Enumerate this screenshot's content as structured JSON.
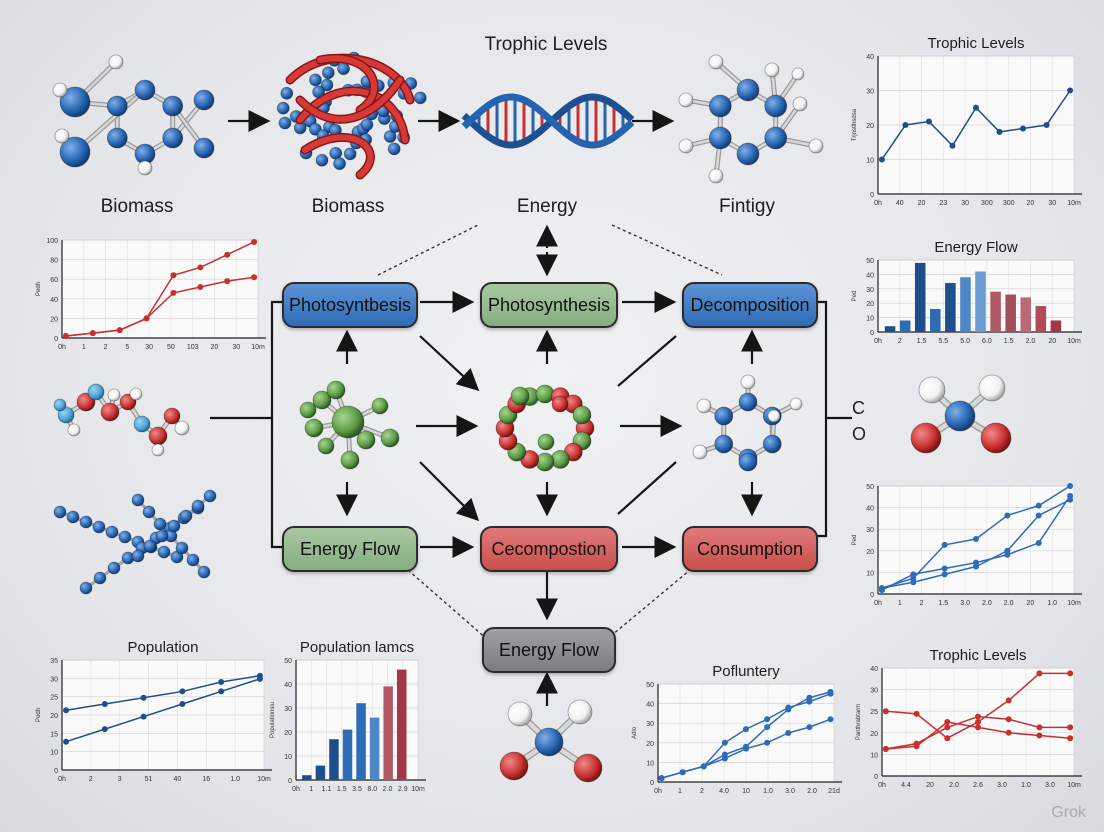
{
  "top_labels": {
    "title": "Trophic Levels",
    "m1": "Biomass",
    "m2": "Biomass",
    "m3": "Energy",
    "m4": "Fintigy"
  },
  "nodes": {
    "photosynthesis_blue": "Photosyntbesis",
    "photosynthesis_green": "Photosynthesis",
    "decomposition": "Decomposition",
    "energy_flow_green": "Energy Flow",
    "cecompostion": "Cecompostion",
    "consumption": "Consumption",
    "energy_flow_gray": "Energy Flow"
  },
  "side_text": {
    "c": "C",
    "o": "O"
  },
  "watermark": "Grok",
  "colors": {
    "blue": "#2f6cb8",
    "red": "#c8302f",
    "green": "#5b9a45",
    "dark_blue": "#1f4e8c"
  },
  "chart_data": [
    {
      "id": "c1",
      "type": "line",
      "title": "Trophic Levels",
      "ylabel": "Trjnstlhsdsa",
      "x_ticks": [
        "0h",
        "40",
        "20",
        "23",
        "30",
        "300",
        "300",
        "20",
        "30",
        "10m"
      ],
      "y_ticks": [
        "0",
        "10",
        "20",
        "30",
        "40"
      ],
      "ylim": [
        0,
        40
      ],
      "series": [
        {
          "color": "#1f4e8c",
          "values": [
            10,
            20,
            21,
            14,
            25,
            18,
            19,
            20,
            30
          ]
        }
      ]
    },
    {
      "id": "c2",
      "type": "line",
      "title": "",
      "ylabel": "Pedh",
      "x_ticks": [
        "0h",
        "1",
        "2",
        "5",
        "30",
        "50",
        "103",
        "20",
        "30",
        "10m"
      ],
      "y_ticks": [
        "0",
        "20",
        "40",
        "60",
        "80",
        "100"
      ],
      "ylim": [
        0,
        100
      ],
      "series": [
        {
          "color": "#c8302f",
          "values": [
            2,
            5,
            8,
            20,
            64,
            72,
            85,
            98
          ]
        },
        {
          "color": "#c8302f",
          "values": [
            2,
            5,
            8,
            20,
            46,
            52,
            58,
            62
          ]
        }
      ]
    },
    {
      "id": "c3",
      "type": "bar",
      "title": "Energy Flow",
      "ylabel": "Ped",
      "x_ticks": [
        "0h",
        "2",
        "1.5",
        "5.5",
        "5.0",
        "6.0",
        "1.5",
        "2.0",
        "20",
        "10m"
      ],
      "y_ticks": [
        "0",
        "10",
        "20",
        "30",
        "40",
        "50"
      ],
      "ylim": [
        0,
        50
      ],
      "values": [
        4,
        8,
        48,
        16,
        34,
        38,
        42,
        28,
        26,
        24,
        18,
        8
      ],
      "colors": [
        "#1f4e8c",
        "#2f6cb8",
        "#1f4e8c",
        "#2f6cb8",
        "#1f4e8c",
        "#4f86c6",
        "#6a9bd3",
        "#b05a66",
        "#a44e5c",
        "#b86a77",
        "#b24a58",
        "#a43848"
      ]
    },
    {
      "id": "c4",
      "type": "line",
      "title": "",
      "ylabel": "Ped",
      "x_ticks": [
        "0h",
        "1",
        "2",
        "1.5",
        "3.0",
        "2.0",
        "2.0",
        "20",
        "1.0",
        "10m"
      ],
      "y_ticks": [
        "0",
        "10",
        "20",
        "30",
        "40",
        "50"
      ],
      "ylim": [
        0,
        55
      ],
      "series": [
        {
          "color": "#2f6cb8",
          "values": [
            3,
            8,
            25,
            28,
            40,
            45,
            55
          ]
        },
        {
          "color": "#2f6cb8",
          "values": [
            2,
            10,
            13,
            16,
            20,
            26,
            50
          ]
        },
        {
          "color": "#2f6cb8",
          "values": [
            3,
            6,
            10,
            14,
            22,
            40,
            48
          ]
        }
      ]
    },
    {
      "id": "c5",
      "type": "line",
      "title": "Population",
      "ylabel": "Pedh",
      "x_ticks": [
        "0h",
        "2",
        "3",
        "51",
        "40",
        "16",
        "1.0",
        "10m"
      ],
      "y_ticks": [
        "0",
        "10",
        "15",
        "20",
        "25",
        "30",
        "35"
      ],
      "ylim": [
        0,
        35
      ],
      "series": [
        {
          "color": "#1f4e8c",
          "values": [
            19,
            21,
            23,
            25,
            28,
            30
          ]
        },
        {
          "color": "#1f4e8c",
          "values": [
            9,
            13,
            17,
            21,
            25,
            29
          ]
        }
      ]
    },
    {
      "id": "c6",
      "type": "bar",
      "title": "Population lamcs",
      "ylabel": "Populationsiu",
      "x_ticks": [
        "0h",
        "1",
        "1.1",
        "1.5",
        "3.5",
        "8.0",
        "2.0",
        "2.9",
        "10m"
      ],
      "y_ticks": [
        "0",
        "10",
        "20",
        "30",
        "40",
        "50"
      ],
      "ylim": [
        0,
        50
      ],
      "values": [
        2,
        6,
        17,
        21,
        32,
        26,
        39,
        46
      ],
      "colors": [
        "#1f4e8c",
        "#1f4e8c",
        "#1f4e8c",
        "#2f6cb8",
        "#2f6cb8",
        "#4f86c6",
        "#b05a66",
        "#a43848"
      ]
    },
    {
      "id": "c7",
      "type": "line",
      "title": "Pofluntery",
      "ylabel": "Adlo",
      "x_ticks": [
        "0h",
        "1",
        "2",
        "4.0",
        "10",
        "1.0",
        "3.0",
        "2.0",
        "21d"
      ],
      "y_ticks": [
        "0",
        "10",
        "20",
        "30",
        "40",
        "50"
      ],
      "ylim": [
        0,
        50
      ],
      "series": [
        {
          "color": "#2f6cb8",
          "values": [
            2,
            5,
            8,
            20,
            27,
            32,
            38,
            41,
            45
          ]
        },
        {
          "color": "#2f6cb8",
          "values": [
            2,
            5,
            8,
            14,
            18,
            28,
            37,
            43,
            46
          ]
        },
        {
          "color": "#2f6cb8",
          "values": [
            2,
            5,
            8,
            12,
            17,
            20,
            25,
            28,
            32
          ]
        }
      ]
    },
    {
      "id": "c8",
      "type": "line",
      "title": "Trophic Levels",
      "ylabel": "Panthrabtarm",
      "x_ticks": [
        "0h",
        "4.4",
        "20",
        "2.0",
        "2.6",
        "3.0",
        "1.0",
        "3.0",
        "10m"
      ],
      "y_ticks": [
        "0",
        "10",
        "20",
        "25",
        "30",
        "40"
      ],
      "ylim": [
        0,
        40
      ],
      "series": [
        {
          "color": "#c8302f",
          "values": [
            24,
            23,
            14,
            20,
            28,
            38,
            38
          ]
        },
        {
          "color": "#c8302f",
          "values": [
            10,
            12,
            18,
            22,
            21,
            18,
            18
          ]
        },
        {
          "color": "#c8302f",
          "values": [
            10,
            11,
            20,
            18,
            16,
            15,
            14
          ]
        }
      ]
    }
  ]
}
